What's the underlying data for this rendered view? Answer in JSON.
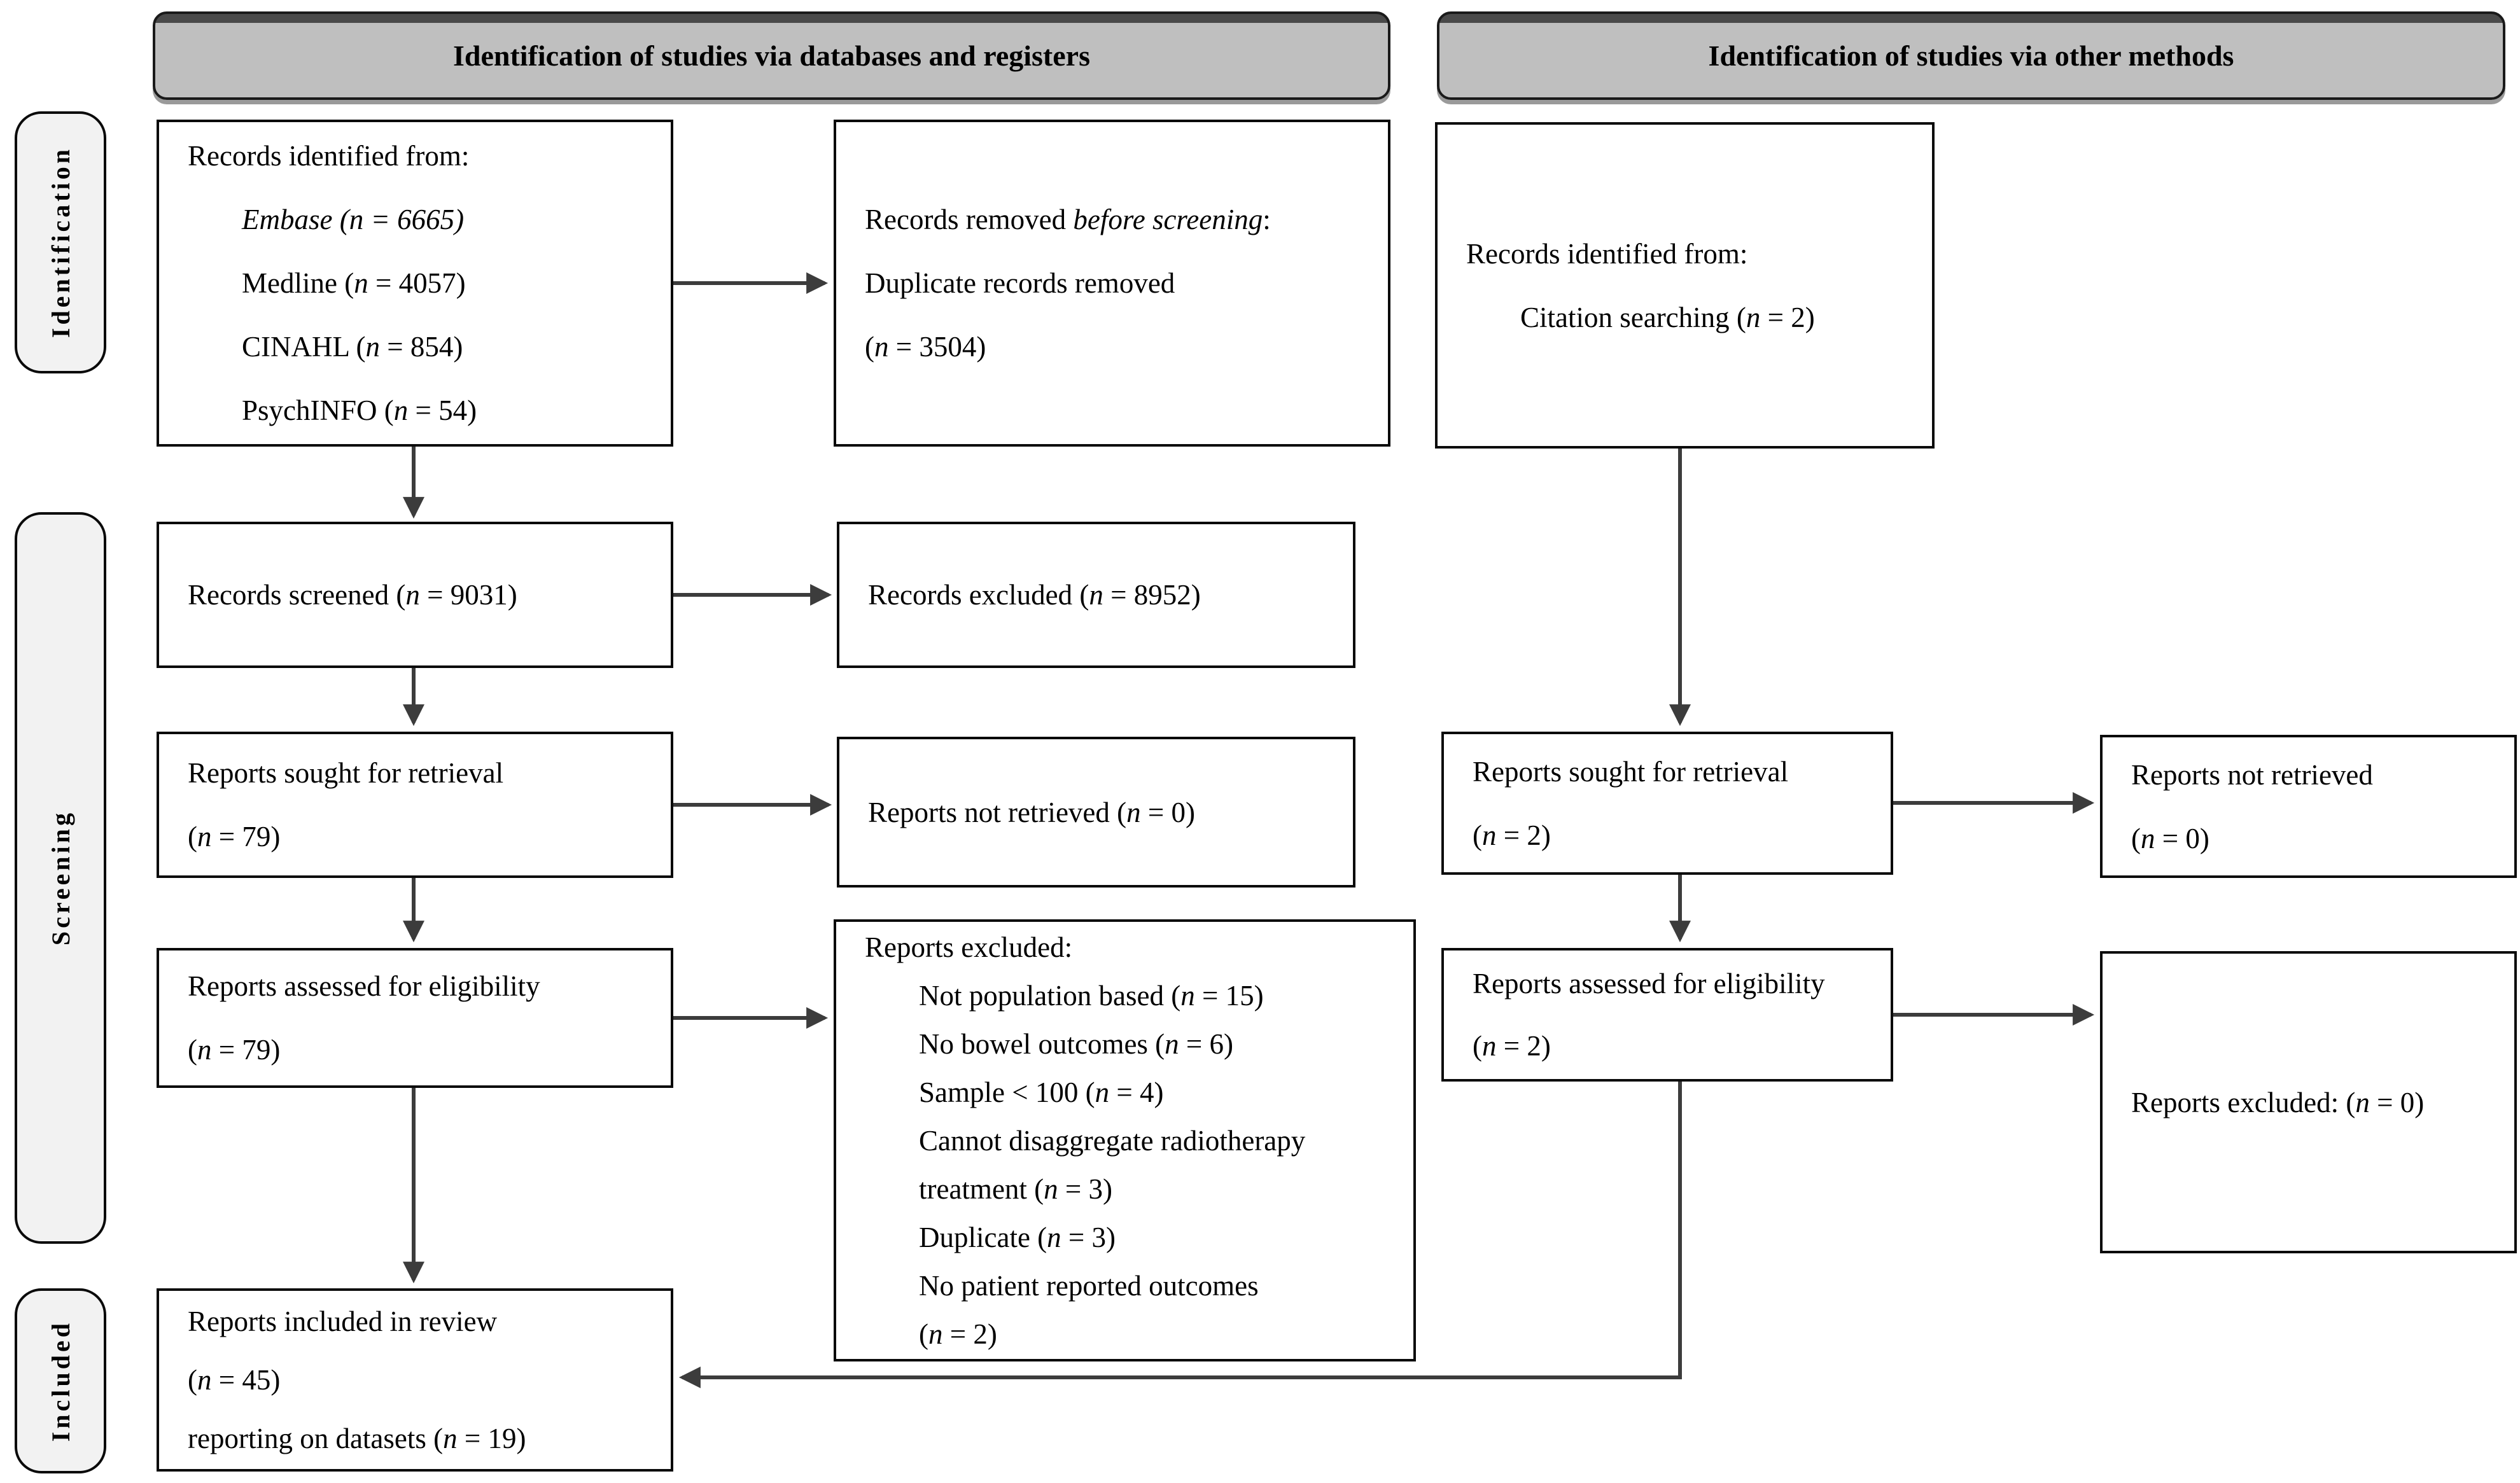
{
  "colors": {
    "background": "#ffffff",
    "box_fill": "#ffffff",
    "box_border": "#0a0a0a",
    "header_fill": "#bfbfbf",
    "header_top": "#4a4a4a",
    "header_border": "#1a1a1a",
    "header_shadow": "#9a9a9a",
    "sidebar_fill": "#f2f2f2",
    "sidebar_border": "#0a0a0a",
    "text": "#000000",
    "arrow": "#3c3c3c"
  },
  "headers": {
    "databases": {
      "label": "Identification of studies via databases and registers"
    },
    "other": {
      "label": "Identification of studies via other methods"
    }
  },
  "sidebar": {
    "identification": {
      "label": "Identification"
    },
    "screening": {
      "label": "Screening"
    },
    "included": {
      "label": "Included"
    }
  },
  "boxes": {
    "records_identified_databases": {
      "lines": [
        {
          "indent": false,
          "segments": [
            {
              "text": "Records identified from:"
            }
          ]
        },
        {
          "indent": true,
          "segments": [
            {
              "text": "Embase (n = 6665)",
              "italic": true
            }
          ]
        },
        {
          "indent": true,
          "segments": [
            {
              "text": "Medline ("
            },
            {
              "text": "n",
              "italic": true
            },
            {
              "text": " = 4057)"
            }
          ]
        },
        {
          "indent": true,
          "segments": [
            {
              "text": "CINAHL ("
            },
            {
              "text": "n",
              "italic": true
            },
            {
              "text": " = 854)"
            }
          ]
        },
        {
          "indent": true,
          "segments": [
            {
              "text": "PsychINFO ("
            },
            {
              "text": "n",
              "italic": true
            },
            {
              "text": " = 54)"
            }
          ]
        }
      ]
    },
    "records_removed": {
      "lines": [
        {
          "indent": false,
          "segments": [
            {
              "text": "Records removed "
            },
            {
              "text": "before screening",
              "italic": true
            },
            {
              "text": ":"
            }
          ]
        },
        {
          "indent": false,
          "segments": [
            {
              "text": "Duplicate records removed"
            }
          ]
        },
        {
          "indent": false,
          "segments": [
            {
              "text": "("
            },
            {
              "text": "n",
              "italic": true
            },
            {
              "text": " = 3504)"
            }
          ]
        }
      ]
    },
    "records_identified_other": {
      "lines": [
        {
          "indent": false,
          "segments": [
            {
              "text": "Records identified from:"
            }
          ]
        },
        {
          "indent": true,
          "segments": [
            {
              "text": "Citation searching ("
            },
            {
              "text": "n",
              "italic": true
            },
            {
              "text": " = 2)"
            }
          ]
        }
      ]
    },
    "records_screened": {
      "lines": [
        {
          "indent": false,
          "segments": [
            {
              "text": "Records screened ("
            },
            {
              "text": "n",
              "italic": true
            },
            {
              "text": " = 9031)"
            }
          ]
        }
      ]
    },
    "records_excluded": {
      "lines": [
        {
          "indent": false,
          "segments": [
            {
              "text": "Records excluded ("
            },
            {
              "text": "n",
              "italic": true
            },
            {
              "text": " = 8952)"
            }
          ]
        }
      ]
    },
    "reports_sought_databases": {
      "lines": [
        {
          "indent": false,
          "segments": [
            {
              "text": "Reports sought for retrieval"
            }
          ]
        },
        {
          "indent": false,
          "segments": [
            {
              "text": "("
            },
            {
              "text": "n",
              "italic": true
            },
            {
              "text": " = 79)"
            }
          ]
        }
      ]
    },
    "reports_not_retrieved_databases": {
      "lines": [
        {
          "indent": false,
          "segments": [
            {
              "text": "Reports not retrieved ("
            },
            {
              "text": "n",
              "italic": true
            },
            {
              "text": " = 0)"
            }
          ]
        }
      ]
    },
    "reports_assessed_databases": {
      "lines": [
        {
          "indent": false,
          "segments": [
            {
              "text": "Reports assessed for eligibility"
            }
          ]
        },
        {
          "indent": false,
          "segments": [
            {
              "text": "("
            },
            {
              "text": "n",
              "italic": true
            },
            {
              "text": " = 79)"
            }
          ]
        }
      ]
    },
    "reports_excluded_reasons": {
      "lines": [
        {
          "indent": false,
          "segments": [
            {
              "text": "Reports excluded:"
            }
          ]
        },
        {
          "indent": true,
          "segments": [
            {
              "text": "Not population based ("
            },
            {
              "text": "n",
              "italic": true
            },
            {
              "text": " = 15)"
            }
          ]
        },
        {
          "indent": true,
          "segments": [
            {
              "text": "No bowel outcomes ("
            },
            {
              "text": "n",
              "italic": true
            },
            {
              "text": " = 6)"
            }
          ]
        },
        {
          "indent": true,
          "segments": [
            {
              "text": "Sample < 100 ("
            },
            {
              "text": "n",
              "italic": true
            },
            {
              "text": " = 4)"
            }
          ]
        },
        {
          "indent": true,
          "segments": [
            {
              "text": "Cannot disaggregate radiotherapy"
            }
          ]
        },
        {
          "indent": true,
          "segments": [
            {
              "text": "treatment ("
            },
            {
              "text": "n",
              "italic": true
            },
            {
              "text": " = 3)"
            }
          ]
        },
        {
          "indent": true,
          "segments": [
            {
              "text": "Duplicate ("
            },
            {
              "text": "n",
              "italic": true
            },
            {
              "text": " = 3)"
            }
          ]
        },
        {
          "indent": true,
          "segments": [
            {
              "text": "No patient reported outcomes"
            }
          ]
        },
        {
          "indent": true,
          "segments": [
            {
              "text": "("
            },
            {
              "text": "n",
              "italic": true
            },
            {
              "text": " = 2)"
            }
          ]
        }
      ]
    },
    "reports_sought_other": {
      "lines": [
        {
          "indent": false,
          "segments": [
            {
              "text": "Reports sought for retrieval"
            }
          ]
        },
        {
          "indent": false,
          "segments": [
            {
              "text": "("
            },
            {
              "text": "n",
              "italic": true
            },
            {
              "text": " = 2)"
            }
          ]
        }
      ]
    },
    "reports_not_retrieved_other": {
      "lines": [
        {
          "indent": false,
          "segments": [
            {
              "text": "Reports not retrieved"
            }
          ]
        },
        {
          "indent": false,
          "segments": [
            {
              "text": "("
            },
            {
              "text": "n",
              "italic": true
            },
            {
              "text": " = 0)"
            }
          ]
        }
      ]
    },
    "reports_assessed_other": {
      "lines": [
        {
          "indent": false,
          "segments": [
            {
              "text": "Reports assessed for eligibility"
            }
          ]
        },
        {
          "indent": false,
          "segments": [
            {
              "text": "("
            },
            {
              "text": "n",
              "italic": true
            },
            {
              "text": " = 2)"
            }
          ]
        }
      ]
    },
    "reports_excluded_other": {
      "lines": [
        {
          "indent": false,
          "segments": [
            {
              "text": "Reports excluded: ("
            },
            {
              "text": "n",
              "italic": true
            },
            {
              "text": " = 0)"
            }
          ]
        }
      ]
    },
    "reports_included": {
      "lines": [
        {
          "indent": false,
          "segments": [
            {
              "text": "Reports included in review"
            }
          ]
        },
        {
          "indent": false,
          "segments": [
            {
              "text": "("
            },
            {
              "text": "n",
              "italic": true
            },
            {
              "text": " = 45)"
            }
          ]
        },
        {
          "indent": false,
          "segments": [
            {
              "text": "reporting on datasets ("
            },
            {
              "text": "n",
              "italic": true
            },
            {
              "text": " = 19)"
            }
          ]
        }
      ]
    }
  }
}
